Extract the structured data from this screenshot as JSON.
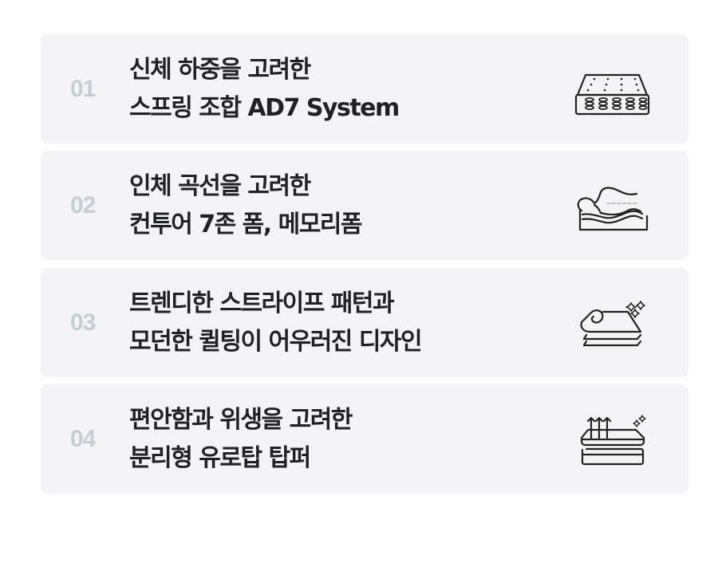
{
  "features": [
    {
      "number": "01",
      "line1": "신체 하중을 고려한",
      "line2": "스프링 조합 AD7 System",
      "icon": "spring-mattress-icon"
    },
    {
      "number": "02",
      "line1": "인체 곡선을 고려한",
      "line2": "컨투어 7존 폼, 메모리폼",
      "icon": "body-contour-foam-icon"
    },
    {
      "number": "03",
      "line1": "트렌디한 스트라이프 패턴과",
      "line2": "모던한 퀼팅이 어우러진 디자인",
      "icon": "rolled-fabric-sparkle-icon"
    },
    {
      "number": "04",
      "line1": "편안함과 위생을 고려한",
      "line2": "분리형 유로탑 탑퍼",
      "icon": "separable-topper-icon"
    }
  ],
  "colors": {
    "card_bg": "#f4f4f6",
    "number": "#c6cdd3",
    "text": "#1f2124",
    "icon_stroke": "#222222"
  }
}
